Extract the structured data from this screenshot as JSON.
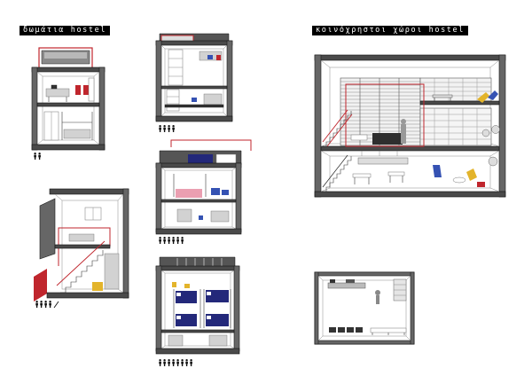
{
  "sections": {
    "rooms_title": "δωμάτια hostel",
    "common_title": "κοινόχρηστοι χώροι hostel"
  },
  "rooms": [
    {
      "occupancy": 2
    },
    {
      "occupancy": 4
    },
    {
      "occupancy": 4
    },
    {
      "occupancy": 6
    },
    {
      "occupancy": 8
    }
  ],
  "icons": {
    "occupant": "person-icon",
    "extra": "slash-mark"
  },
  "colors": {
    "accent_red": "#c0262d",
    "navy": "#23287a",
    "blue": "#3552b3",
    "yellow": "#e3b42b",
    "pink": "#ea9fb1"
  }
}
